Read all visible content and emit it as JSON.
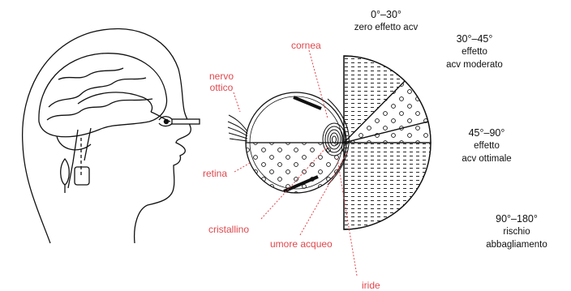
{
  "colors": {
    "label_red": "#e0474c",
    "ink": "#111111"
  },
  "labels": {
    "cornea": "cornea",
    "nervo_ottico_1": "nervo",
    "nervo_ottico_2": "ottico",
    "retina": "retina",
    "cristallino": "cristallino",
    "umore_acqueo": "umore acqueo",
    "iride": "iride"
  },
  "zones": [
    {
      "angle": "0°–30°",
      "line1": "zero effetto acv",
      "line2": ""
    },
    {
      "angle": "30°–45°",
      "line1": "effetto",
      "line2": "acv moderato"
    },
    {
      "angle": "45°–90°",
      "line1": "effetto",
      "line2": "acv ottimale"
    },
    {
      "angle": "90°–180°",
      "line1": "rischio",
      "line2": "abbagliamento"
    }
  ]
}
